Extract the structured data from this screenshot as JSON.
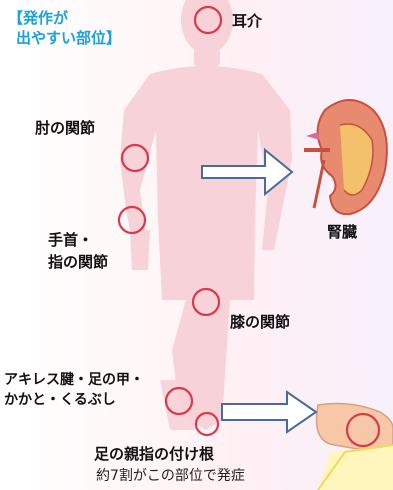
{
  "title": {
    "line1": "【発作が",
    "line2": "出やすい部位】"
  },
  "labels": {
    "ear": "耳介",
    "elbow": "肘の関節",
    "wrist_1": "手首・",
    "wrist_2": "指の関節",
    "knee": "膝の関節",
    "foot_1": "アキレス腱・足の甲・",
    "foot_2": "かかと・くるぶし",
    "kidney": "腎臓",
    "big_toe": "足の親指の付け根",
    "big_toe_note": "約7割がこの部位で発症"
  },
  "colors": {
    "body": "#f7d2d8",
    "marker": "#d93a4a",
    "arrow_stroke": "#4a6a9a",
    "title": "#19a3dc"
  }
}
